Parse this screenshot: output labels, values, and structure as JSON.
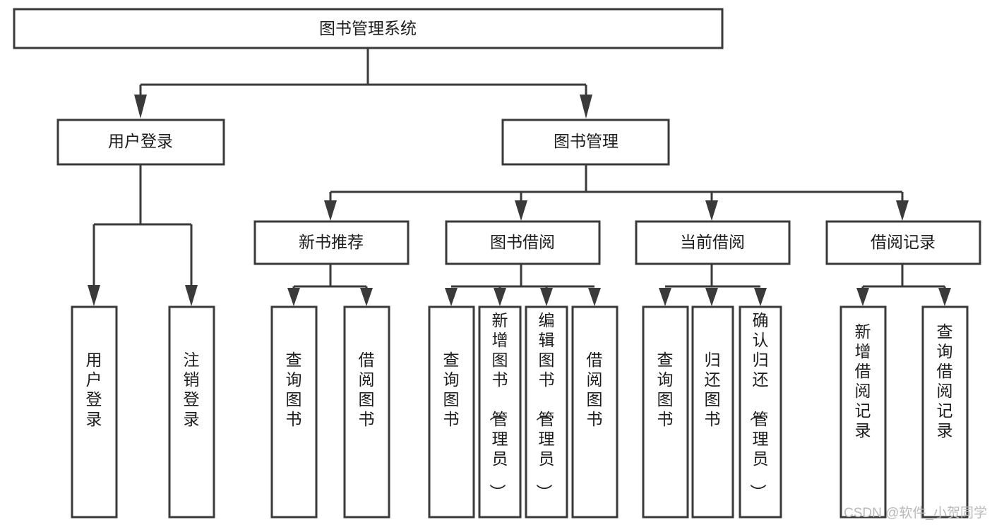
{
  "diagram": {
    "type": "tree-hierarchy-chart",
    "title": "图书管理系统",
    "colors": {
      "box_stroke": "#3a3a3a",
      "box_fill": "#ffffff",
      "connector": "#3a3a3a",
      "text": "#1c1c1c",
      "watermark": "#b9b9b9",
      "background": "#ffffff"
    },
    "root": {
      "id": "root",
      "label": "图书管理系统",
      "orientation": "horizontal"
    },
    "level1": [
      {
        "id": "user-login",
        "label": "用户登录",
        "orientation": "horizontal"
      },
      {
        "id": "book-management",
        "label": "图书管理",
        "orientation": "horizontal"
      }
    ],
    "level2": [
      {
        "id": "new-book-recommend",
        "label": "新书推荐",
        "parent": "book-management",
        "orientation": "horizontal"
      },
      {
        "id": "book-borrow",
        "label": "图书借阅",
        "parent": "book-management",
        "orientation": "horizontal"
      },
      {
        "id": "current-borrow",
        "label": "当前借阅",
        "parent": "book-management",
        "orientation": "horizontal"
      },
      {
        "id": "borrow-record",
        "label": "借阅记录",
        "parent": "book-management",
        "orientation": "horizontal"
      }
    ],
    "leaves": [
      {
        "id": "leaf-user-login",
        "label": "用户登录",
        "parent": "user-login",
        "orientation": "vertical"
      },
      {
        "id": "leaf-user-logout",
        "label": "注销登录",
        "parent": "user-login",
        "orientation": "vertical"
      },
      {
        "id": "leaf-query-book-1",
        "label": "查询图书",
        "parent": "new-book-recommend",
        "orientation": "vertical"
      },
      {
        "id": "leaf-borrow-book-1",
        "label": "借阅图书",
        "parent": "new-book-recommend",
        "orientation": "vertical"
      },
      {
        "id": "leaf-query-book-2",
        "label": "查询图书",
        "parent": "book-borrow",
        "orientation": "vertical"
      },
      {
        "id": "leaf-add-book",
        "label": "新增图书（管理员）",
        "parent": "book-borrow",
        "orientation": "vertical"
      },
      {
        "id": "leaf-edit-book",
        "label": "编辑图书（管理员）",
        "parent": "book-borrow",
        "orientation": "vertical"
      },
      {
        "id": "leaf-borrow-book-2",
        "label": "借阅图书",
        "parent": "book-borrow",
        "orientation": "vertical"
      },
      {
        "id": "leaf-query-book-3",
        "label": "查询图书",
        "parent": "current-borrow",
        "orientation": "vertical"
      },
      {
        "id": "leaf-return-book",
        "label": "归还图书",
        "parent": "current-borrow",
        "orientation": "vertical"
      },
      {
        "id": "leaf-confirm-return",
        "label": "确认归还（管理员）",
        "parent": "current-borrow",
        "orientation": "vertical"
      },
      {
        "id": "leaf-add-record",
        "label": "新增借阅记录",
        "parent": "borrow-record",
        "orientation": "vertical"
      },
      {
        "id": "leaf-query-record",
        "label": "查询借阅记录",
        "parent": "borrow-record",
        "orientation": "vertical"
      }
    ]
  },
  "watermark": {
    "label": "CSDN @软件_小贺同学"
  }
}
